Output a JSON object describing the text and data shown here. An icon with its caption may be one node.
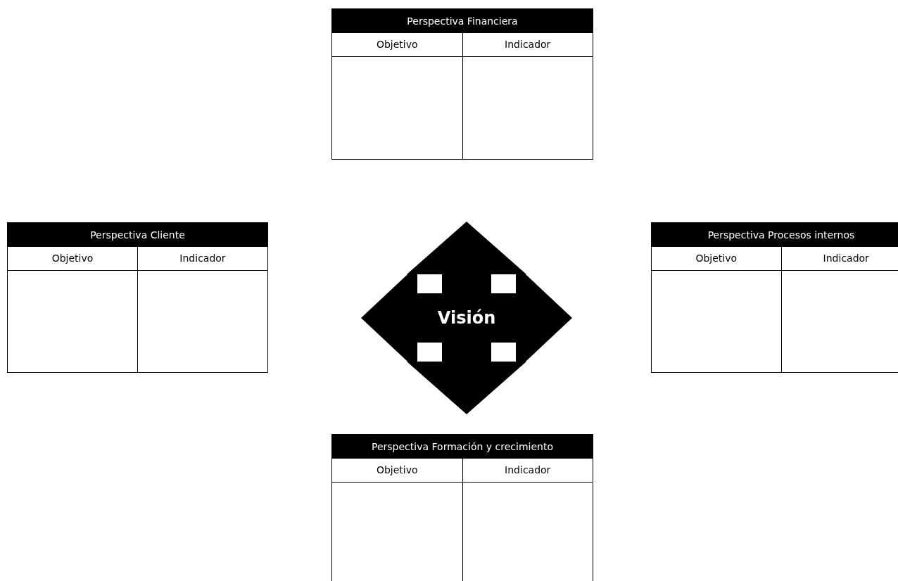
{
  "diagram": {
    "nodes": [
      {
        "text": [
          "Perspectiva Financiera",
          "Objetivo",
          "Indicador"
        ]
      },
      {
        "text": [
          "Perspectiva Cliente",
          "Objetivo",
          "Indicador"
        ]
      },
      {
        "text": [
          "Visión"
        ]
      },
      {
        "text": [
          "Perspectiva Procesos internos",
          "Objetivo",
          "Indicador"
        ]
      },
      {
        "text": [
          "Perspectiva Formación y crecimiento",
          "Objetivo",
          "Indicador"
        ]
      }
    ]
  }
}
